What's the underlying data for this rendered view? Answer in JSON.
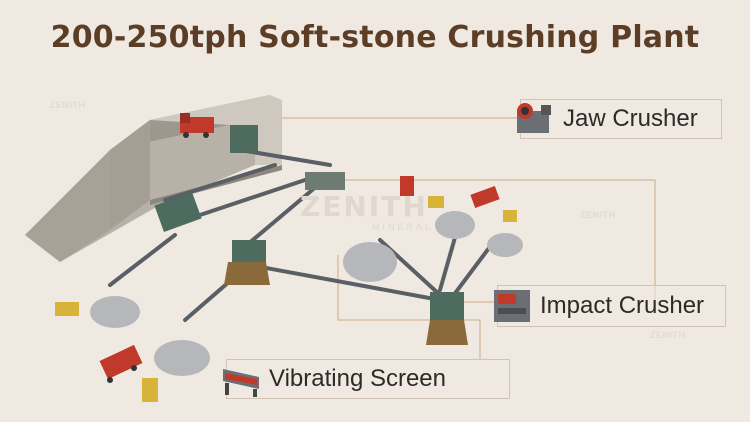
{
  "title": "200-250tph Soft-stone Crushing Plant",
  "watermark": {
    "brand": "ZENITH",
    "sub": "MINERAL"
  },
  "labels": {
    "jaw_crusher": "Jaw Crusher",
    "impact_crusher": "Impact Crusher",
    "vibrating_screen": "Vibrating Screen"
  },
  "colors": {
    "background": "#efe9e2",
    "title": "#5b3e25",
    "label_text": "#2e2a27",
    "leader_line": "#c9ab82",
    "truck_red": "#c0392b",
    "loader_yellow": "#d7b33a",
    "machine_green": "#4d6b5e",
    "conveyor": "#5a5f66"
  },
  "icons": [
    "jaw-crusher-icon",
    "impact-crusher-icon",
    "vibrating-screen-icon"
  ]
}
